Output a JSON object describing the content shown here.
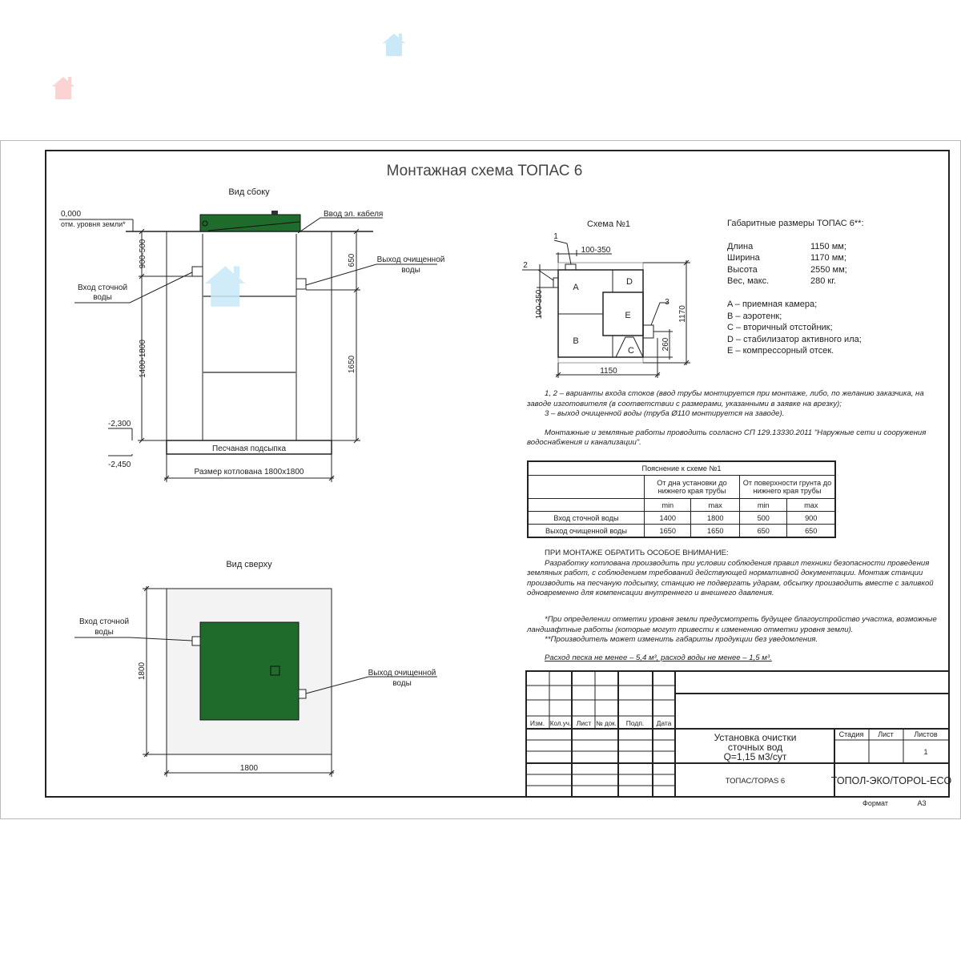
{
  "title": "Монтажная схема ТОПАС 6",
  "side_view": {
    "title": "Вид сбоку",
    "ground_level": "0,000",
    "ground_level_label": "отм. уровня земли*",
    "cable_label": "Ввод эл. кабеля",
    "inlet_label_1": "Вход сточной",
    "inlet_label_2": "воды",
    "outlet_label_1": "Выход очищенной",
    "outlet_label_2": "воды",
    "dim_top_left": "900-500",
    "dim_bottom_left": "1400-1800",
    "dim_top_right": "650",
    "dim_bottom_right": "1650",
    "level_bottom": "-2,300",
    "level_sand": "-2,450",
    "sand_label": "Песчаная подсыпка",
    "pit_size": "Размер котлована 1800x1800"
  },
  "top_view": {
    "title": "Вид сверху",
    "inlet_label_1": "Вход сточной",
    "inlet_label_2": "воды",
    "outlet_label_1": "Выход очищенной",
    "outlet_label_2": "воды",
    "dim_side": "1800",
    "dim_bottom": "1800"
  },
  "scheme": {
    "title": "Схема №1",
    "marker_1": "1",
    "marker_2": "2",
    "marker_3": "3",
    "dim_top": "100-350",
    "dim_left": "100-350",
    "dim_width": "1150",
    "dim_height": "1170",
    "dim_outlet": "260",
    "zone_a": "A",
    "zone_b": "B",
    "zone_c": "C",
    "zone_d": "D",
    "zone_e": "E"
  },
  "dimensions": {
    "heading": "Габаритные размеры ТОПАС 6**:",
    "rows": [
      {
        "label": "Длина",
        "value": "1150 мм;"
      },
      {
        "label": "Ширина",
        "value": "1170 мм;"
      },
      {
        "label": "Высота",
        "value": "2550 мм;"
      },
      {
        "label": "Вес, макс.",
        "value": "280 кг."
      }
    ],
    "legend": [
      "A – приемная камера;",
      "B – аэротенк;",
      "C – вторичный отстойник;",
      "D – стабилизатор активного ила;",
      "E – компрессорный отсек."
    ]
  },
  "notes": {
    "variants_1": "1, 2 – варианты входа  стоков (ввод трубы монтируется при монтаже, либо, по желанию заказчика, на заводе изготовителя (в соответствии с размерами, указанными в заявке на врезку);",
    "variants_2": "3 – выход очищенной воды (труба Ø110 монтируется на заводе).",
    "works": "Монтажные и земляные работы проводить согласно СП 129.13330.2011 \"Наружные сети и сооружения водоснабжения и канализации\".",
    "attention_head": "ПРИ МОНТАЖЕ ОБРАТИТЬ ОСОБОЕ ВНИМАНИЕ:",
    "attention_body": "Разработку котлована производить при условии соблюдения правил техники безопасности проведения земляных работ, с соблюдением требований действующей нормативной документации. Монтаж станции производить на песчаную подсыпку, станцию не подвергать ударам, обсыпку производить вместе с заливкой одновременно для компенсации внутреннего и внешнего давления.",
    "footnote_1": "*При определении отметки уровня земли предусмотреть будущее благоустройство участка, возможные ландшафтные работы (которые могут привести к изменению отметки уровня земли).",
    "footnote_2": "**Производитель может изменить габариты продукции без уведомления.",
    "consumption": "Расход песка не менее – 5,4 м³, расход воды не менее – 1,5 м³."
  },
  "table": {
    "caption": "Пояснение к схеме №1",
    "group_1": "От дна установки до нижнего края трубы",
    "group_2": "От поверхности грунта до нижнего края трубы",
    "min": "min",
    "max": "max",
    "rows": [
      {
        "label": "Вход сточной воды",
        "values": [
          "1400",
          "1800",
          "500",
          "900"
        ]
      },
      {
        "label": "Выход очищенной воды",
        "values": [
          "1650",
          "1650",
          "650",
          "650"
        ]
      }
    ]
  },
  "title_block": {
    "headers": [
      "Изм.",
      "Кол.уч.",
      "Лист",
      "№ док.",
      "Подп.",
      "Дата"
    ],
    "name_1": "Установка очистки",
    "name_2": "сточных вод",
    "name_3": "Q=1,15 м3/сут",
    "stage": "Стадия",
    "sheet": "Лист",
    "sheets": "Листов",
    "sheets_value": "1",
    "product": "ТОПАС/TOPAS 6",
    "company": "ТОПОЛ-ЭКО/TOPOL-ECO",
    "format_label": "Формат",
    "format_value": "A3"
  },
  "colors": {
    "tank": "#1e6b2c",
    "line": "#222222",
    "watermark_blue": "#bfe3f5",
    "watermark_pink": "#f6c6c6"
  }
}
